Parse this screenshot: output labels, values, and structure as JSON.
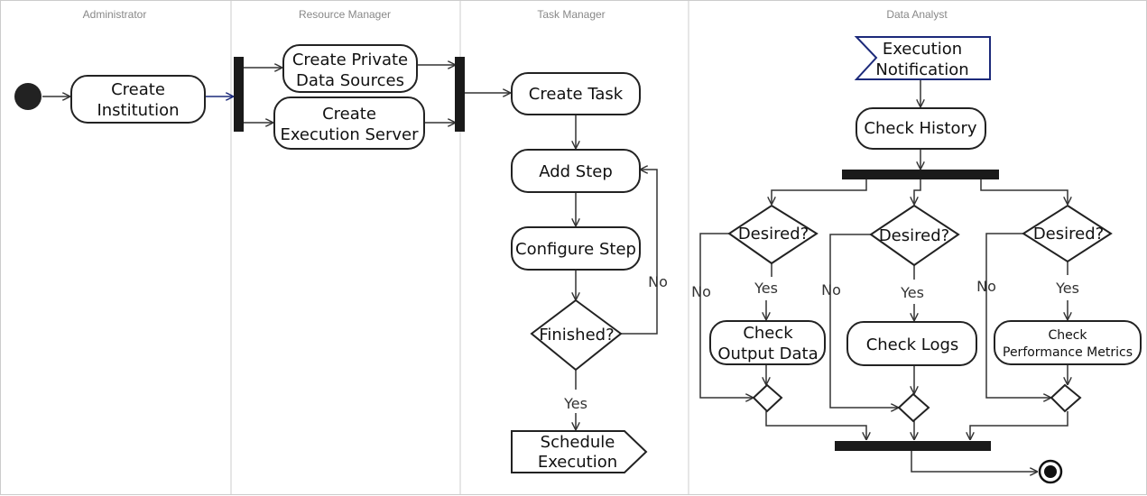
{
  "lanes": {
    "administrator": "Administrator",
    "resource_manager": "Resource Manager",
    "task_manager": "Task Manager",
    "data_analyst": "Data Analyst"
  },
  "nodes": {
    "create_institution": [
      "Create",
      "Institution"
    ],
    "create_private_data_sources": [
      "Create Private",
      "Data Sources"
    ],
    "create_execution_server": [
      "Create",
      "Execution Server"
    ],
    "create_task": "Create Task",
    "add_step": "Add Step",
    "configure_step": "Configure Step",
    "finished": "Finished?",
    "schedule_execution": [
      "Schedule",
      "Execution"
    ],
    "execution_notification": [
      "Execution",
      "Notification"
    ],
    "check_history": "Check History",
    "desired_1": "Desired?",
    "desired_2": "Desired?",
    "desired_3": "Desired?",
    "check_output_data": [
      "Check",
      "Output Data"
    ],
    "check_logs": "Check Logs",
    "check_performance_metrics": [
      "Check",
      "Performance Metrics"
    ]
  },
  "edge_labels": {
    "finished_no": "No",
    "finished_yes": "Yes",
    "desired_1_no": "No",
    "desired_1_yes": "Yes",
    "desired_2_no": "No",
    "desired_2_yes": "Yes",
    "desired_3_no": "No",
    "desired_3_yes": "Yes"
  },
  "colors": {
    "highlight_edge": "#1c2a7a"
  }
}
